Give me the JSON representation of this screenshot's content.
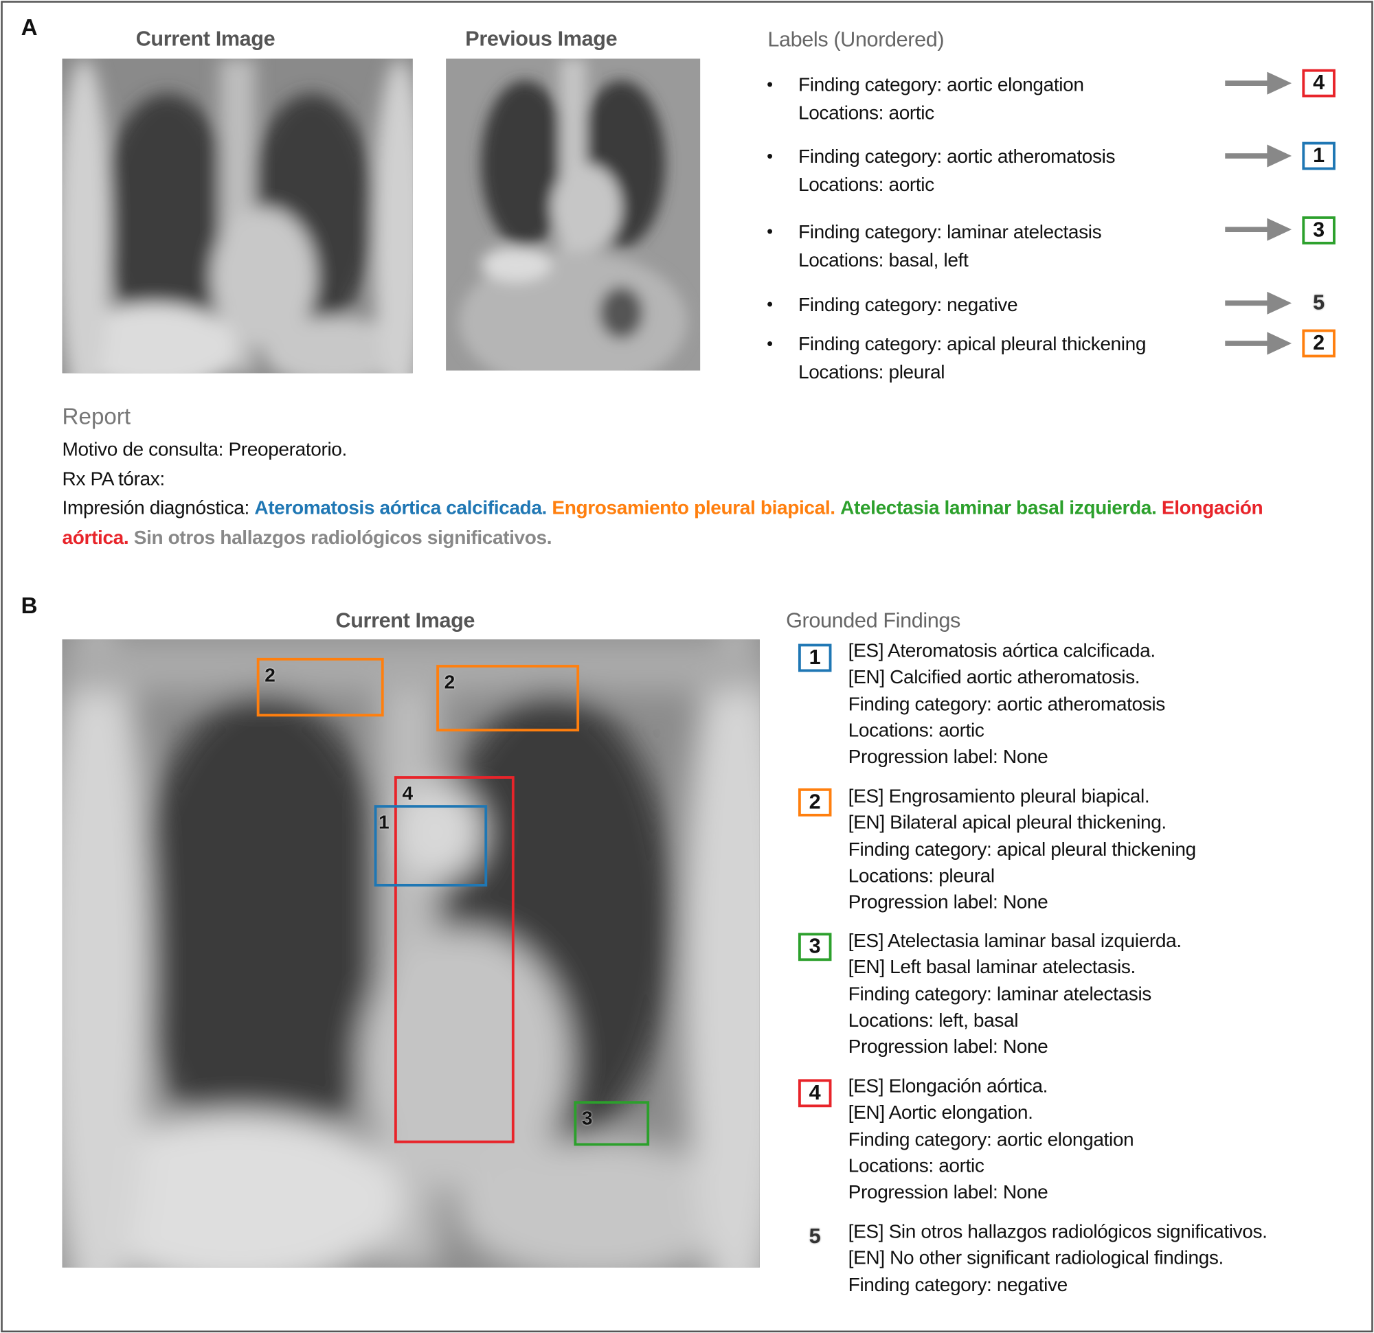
{
  "panel_a": {
    "letter": "A",
    "current_image_title": "Current Image",
    "previous_image_title": "Previous Image",
    "labels_title": "Labels (Unordered)",
    "labels": [
      {
        "category": "Finding category: aortic elongation",
        "locations": "Locations: aortic",
        "badge": "4",
        "color": "#e8242a"
      },
      {
        "category": "Finding category: aortic atheromatosis",
        "locations": "Locations: aortic",
        "badge": "1",
        "color": "#1f77b4"
      },
      {
        "category": "Finding category: laminar atelectasis",
        "locations": "Locations: basal, left",
        "badge": "3",
        "color": "#2ca02c"
      },
      {
        "category": "Finding category: negative",
        "locations": null,
        "badge": "5",
        "color": "#888888"
      },
      {
        "category": "Finding category: apical pleural thickening",
        "locations": "Locations: pleural",
        "badge": "2",
        "color": "#ff7f0e"
      }
    ],
    "report": {
      "title": "Report",
      "line1": "Motivo de consulta: Preoperatorio.",
      "line2": "Rx PA tórax:",
      "line3_prefix": "Impresión diagnóstica: ",
      "seg1": "Ateromatosis aórtica calcificada.",
      "seg2": "Engrosamiento pleural biapical.",
      "seg3": "Atelectasia laminar basal izquierda.",
      "seg4": "Elongación aórtica.",
      "seg5": "Sin otros hallazgos radiológicos significativos."
    }
  },
  "panel_b": {
    "letter": "B",
    "current_image_title": "Current Image",
    "boxes": [
      {
        "label": "2",
        "color": "#ff7f0e"
      },
      {
        "label": "2",
        "color": "#ff7f0e"
      },
      {
        "label": "4",
        "color": "#e8242a"
      },
      {
        "label": "1",
        "color": "#1f77b4"
      },
      {
        "label": "3",
        "color": "#2ca02c"
      }
    ],
    "grounded_title": "Grounded Findings",
    "findings": [
      {
        "badge": "1",
        "es": "[ES] Ateromatosis aórtica calcificada.",
        "en": "[EN] Calcified aortic atheromatosis.",
        "category": "Finding category: aortic atheromatosis",
        "locations": "Locations: aortic",
        "progression": "Progression label: None"
      },
      {
        "badge": "2",
        "es": "[ES] Engrosamiento pleural biapical.",
        "en": "[EN] Bilateral apical pleural thickening.",
        "category": "Finding category: apical pleural thickening",
        "locations": "Locations: pleural",
        "progression": "Progression label: None"
      },
      {
        "badge": "3",
        "es": "[ES] Atelectasia laminar basal izquierda.",
        "en": "[EN] Left basal laminar atelectasis.",
        "category": "Finding category: laminar atelectasis",
        "locations": "Locations: left, basal",
        "progression": "Progression label: None"
      },
      {
        "badge": "4",
        "es": "[ES] Elongación aórtica.",
        "en": "[EN] Aortic elongation.",
        "category": "Finding category: aortic elongation",
        "locations": "Locations: aortic",
        "progression": "Progression label: None"
      },
      {
        "badge": "5",
        "es": "[ES] Sin otros hallazgos radiológicos significativos.",
        "en": "[EN] No other significant radiological findings.",
        "category": "Finding category: negative"
      }
    ]
  }
}
